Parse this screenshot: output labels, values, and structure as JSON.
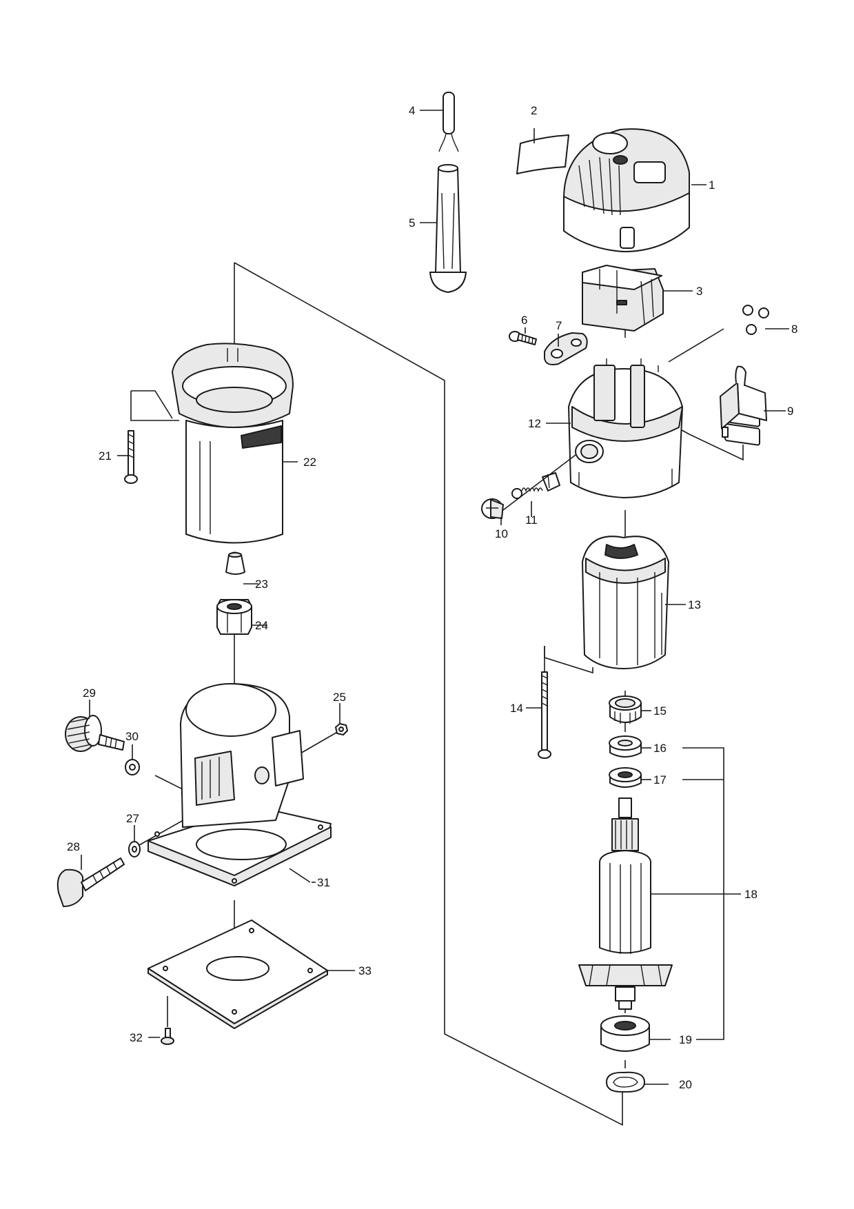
{
  "diagram": {
    "callouts": [
      "1",
      "2",
      "3",
      "4",
      "5",
      "6",
      "7",
      "8",
      "9",
      "10",
      "11",
      "12",
      "13",
      "14",
      "15",
      "16",
      "17",
      "18",
      "19",
      "20",
      "21",
      "22",
      "23",
      "24",
      "25",
      "27",
      "28",
      "29",
      "30",
      "31",
      "32",
      "33"
    ],
    "colors": {
      "ink": "#1a1a1a",
      "paper": "#ffffff",
      "shade": "#e9e9e9",
      "dark": "#3a3a3a"
    },
    "parts": [
      {
        "callout": "1",
        "icon": "motor-housing-cap-icon"
      },
      {
        "callout": "2",
        "icon": "label-strip-icon"
      },
      {
        "callout": "3",
        "icon": "terminal-block-icon"
      },
      {
        "callout": "4",
        "icon": "cord-icon"
      },
      {
        "callout": "5",
        "icon": "cord-guard-icon"
      },
      {
        "callout": "6",
        "icon": "screw-icon"
      },
      {
        "callout": "7",
        "icon": "strain-relief-icon"
      },
      {
        "callout": "8",
        "icon": "connector-icon"
      },
      {
        "callout": "9",
        "icon": "switch-icon"
      },
      {
        "callout": "10",
        "icon": "brush-cap-icon"
      },
      {
        "callout": "11",
        "icon": "carbon-brush-icon"
      },
      {
        "callout": "12",
        "icon": "brush-holder-housing-icon"
      },
      {
        "callout": "13",
        "icon": "field-stator-icon"
      },
      {
        "callout": "14",
        "icon": "long-screw-icon"
      },
      {
        "callout": "15",
        "icon": "bearing-retainer-icon"
      },
      {
        "callout": "16",
        "icon": "ball-bearing-icon"
      },
      {
        "callout": "17",
        "icon": "ball-bearing-icon"
      },
      {
        "callout": "18",
        "icon": "armature-icon"
      },
      {
        "callout": "19",
        "icon": "ball-bearing-icon"
      },
      {
        "callout": "20",
        "icon": "wave-washer-icon"
      },
      {
        "callout": "21",
        "icon": "long-screw-icon"
      },
      {
        "callout": "22",
        "icon": "motor-housing-icon"
      },
      {
        "callout": "23",
        "icon": "collet-cone-icon"
      },
      {
        "callout": "24",
        "icon": "collet-nut-icon"
      },
      {
        "callout": "25",
        "icon": "hex-nut-icon"
      },
      {
        "callout": "27",
        "icon": "flat-washer-icon"
      },
      {
        "callout": "28",
        "icon": "wing-bolt-icon"
      },
      {
        "callout": "29",
        "icon": "knurled-knob-icon"
      },
      {
        "callout": "30",
        "icon": "flat-washer-icon"
      },
      {
        "callout": "31",
        "icon": "trimmer-base-icon"
      },
      {
        "callout": "32",
        "icon": "pan-head-screw-icon"
      },
      {
        "callout": "33",
        "icon": "base-plate-icon"
      }
    ]
  }
}
